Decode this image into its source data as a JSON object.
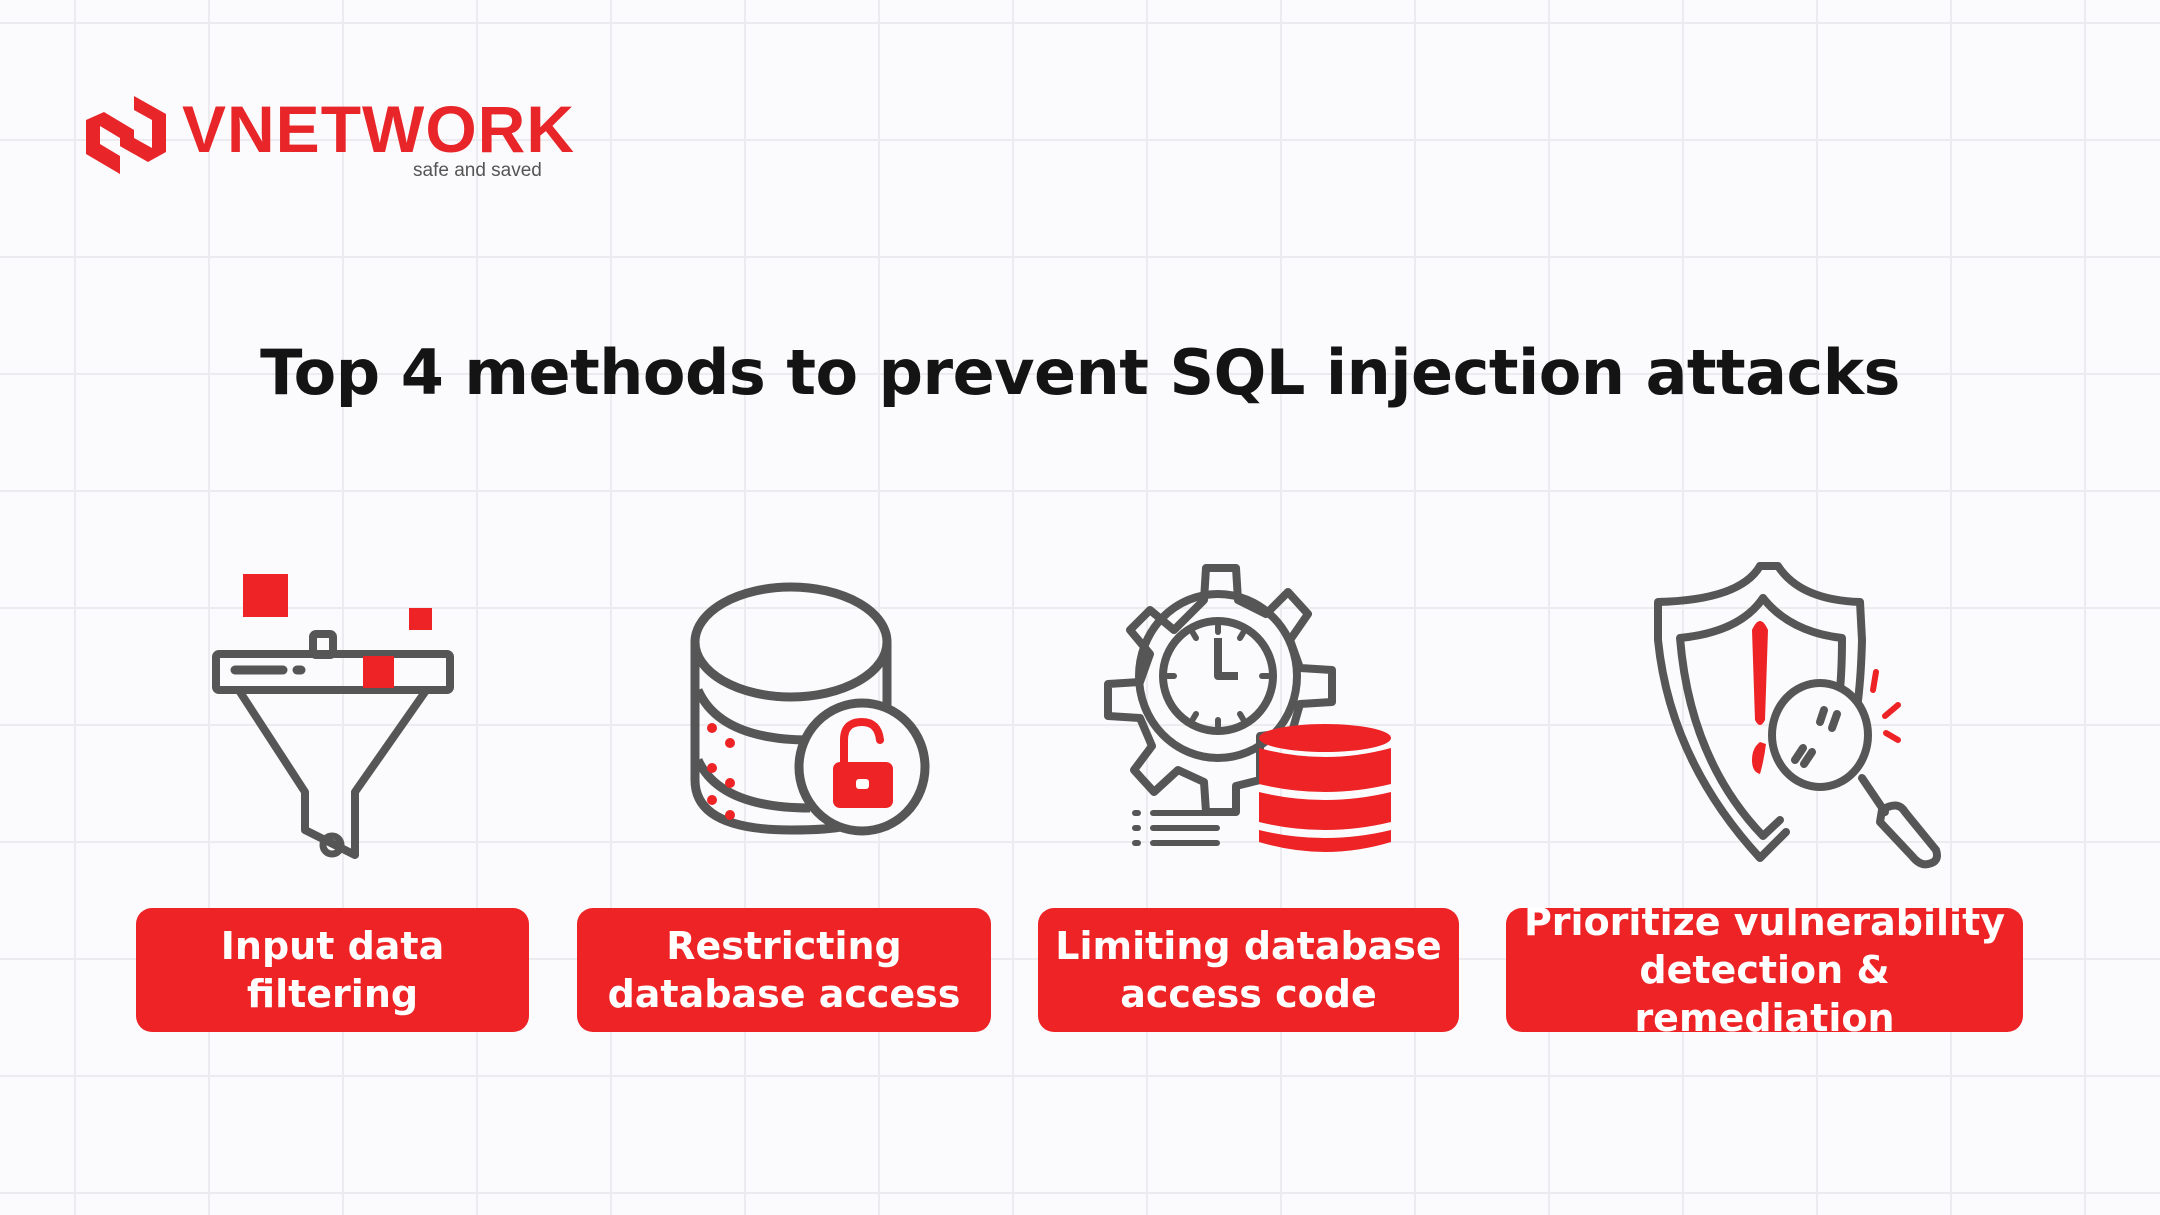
{
  "logo": {
    "brand": "VNETWORK",
    "tagline": "safe and saved"
  },
  "title": "Top 4 methods to prevent SQL injection attacks",
  "colors": {
    "accent": "#ee2326",
    "icon_gray": "#565656",
    "text": "#141414"
  },
  "methods": [
    {
      "line1": "Input data",
      "line2": "filtering",
      "icon": "funnel-filter-icon"
    },
    {
      "line1": "Restricting",
      "line2": "database access",
      "icon": "database-lock-icon"
    },
    {
      "line1": "Limiting database",
      "line2": "access code",
      "icon": "gear-clock-database-icon"
    },
    {
      "line1": "Prioritize vulnerability",
      "line2": "detection & remediation",
      "icon": "shield-magnifier-icon"
    }
  ]
}
